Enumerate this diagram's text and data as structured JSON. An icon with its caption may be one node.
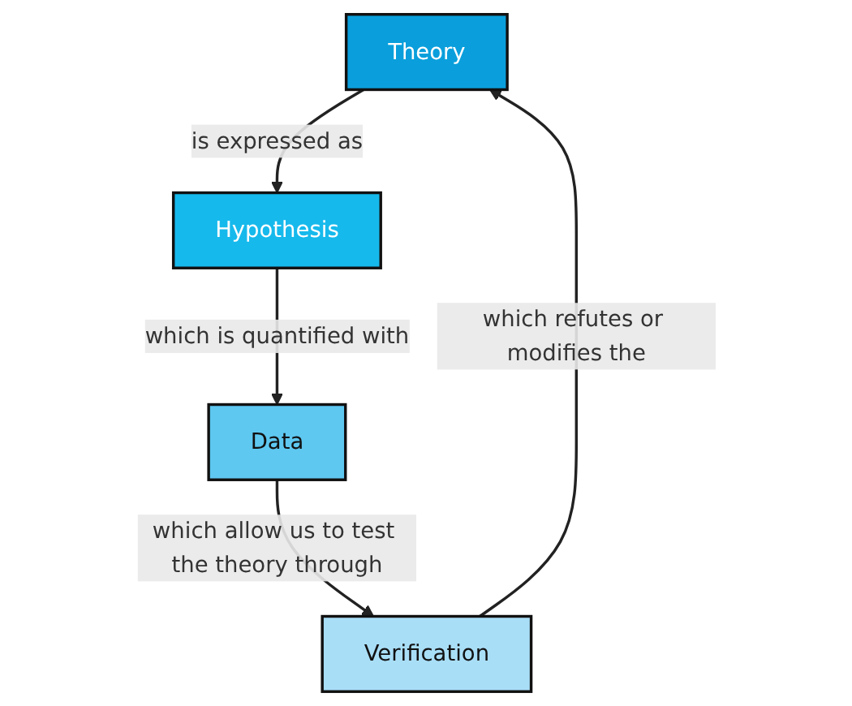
{
  "diagram": {
    "nodes": [
      {
        "text": [
          "Theory"
        ]
      },
      {
        "text": [
          "Hypothesis"
        ]
      },
      {
        "text": [
          "Data"
        ]
      },
      {
        "text": [
          "Verification"
        ]
      }
    ],
    "edges": [
      {
        "from": 0,
        "to": 1,
        "arrow": "to",
        "label": "is expressed as"
      },
      {
        "from": 1,
        "to": 2,
        "arrow": "to",
        "label": "which is quantified with"
      },
      {
        "from": 2,
        "to": 3,
        "arrow": "to",
        "label": "which allow us to test the theory through"
      },
      {
        "from": 3,
        "to": 0,
        "arrow": "to",
        "label": "which refutes or modifies the"
      }
    ]
  }
}
